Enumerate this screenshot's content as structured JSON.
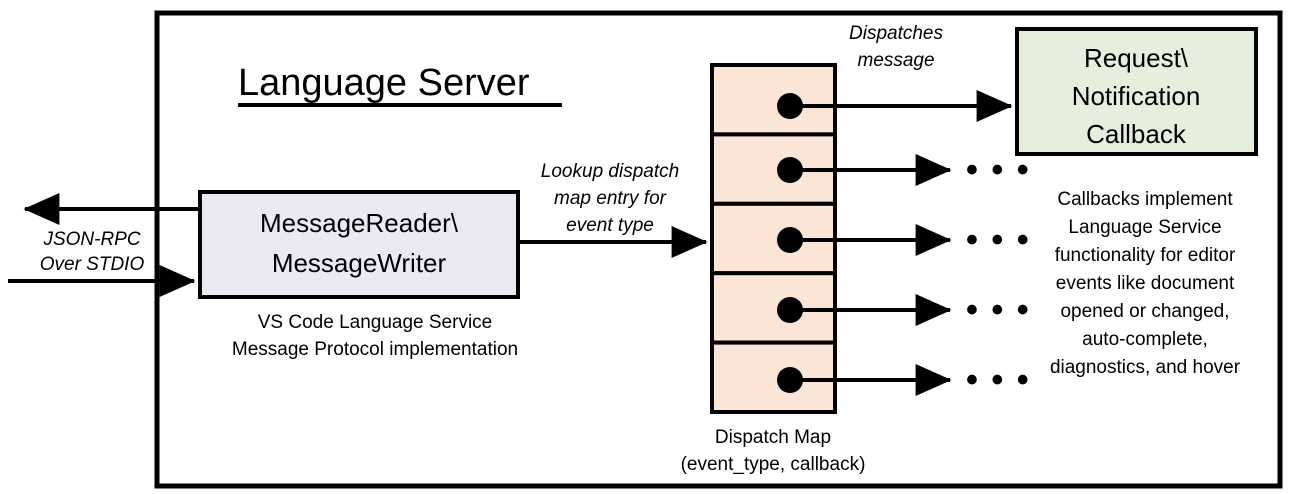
{
  "diagram": {
    "title": "Language Server",
    "frame_label": "language-server-boundary",
    "colors": {
      "message_box_fill": "#EBE9F2",
      "dispatch_cell_fill": "#FBE5D6",
      "callback_box_fill": "#E6EFDC",
      "stroke": "#000000",
      "background": "#FFFFFF"
    },
    "external_channel": {
      "label_line1": "JSON-RPC",
      "label_line2": "Over STDIO",
      "outbound_arrow": "arrow-out-left",
      "inbound_arrow": "arrow-in-right"
    },
    "message_box": {
      "line1": "MessageReader\\",
      "line2": "MessageWriter",
      "caption_line1": "VS Code Language Service",
      "caption_line2": "Message Protocol implementation"
    },
    "lookup_edge": {
      "line1": "Lookup dispatch",
      "line2": "map entry for",
      "line3": "event type"
    },
    "dispatch_map": {
      "caption_line1": "Dispatch Map",
      "caption_line2": "(event_type, callback)",
      "rows": [
        {
          "id": "row-1",
          "has_dot": true,
          "target": "callback-box"
        },
        {
          "id": "row-2",
          "has_dot": true,
          "target": "ellipsis"
        },
        {
          "id": "row-3",
          "has_dot": true,
          "target": "ellipsis"
        },
        {
          "id": "row-4",
          "has_dot": true,
          "target": "ellipsis"
        },
        {
          "id": "row-5",
          "has_dot": true,
          "target": "ellipsis"
        }
      ],
      "ellipsis_glyph": "• • •"
    },
    "dispatch_edge": {
      "line1": "Dispatches",
      "line2": "message"
    },
    "callback_box": {
      "line1": "Request\\",
      "line2": "Notification",
      "line3": "Callback"
    },
    "callback_note": {
      "lines": [
        "Callbacks implement",
        "Language Service",
        "functionality for editor",
        "events like document",
        "opened or changed,",
        "auto-complete,",
        "diagnostics, and hover"
      ]
    }
  }
}
